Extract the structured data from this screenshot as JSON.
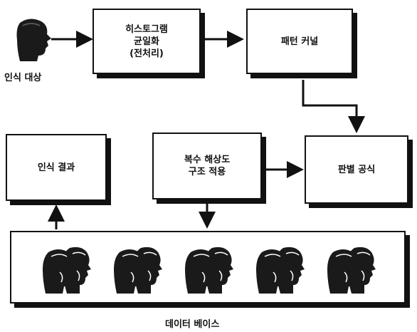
{
  "nodes": {
    "subject": {
      "label": "인식 대상"
    },
    "histogram": {
      "label": "히스토그램\n균일화\n(전처리)"
    },
    "kernel": {
      "label": "패턴 커널"
    },
    "result": {
      "label": "인식 결과"
    },
    "multires": {
      "label": "복수 해상도\n구조 적용"
    },
    "formula": {
      "label": "판별 공식"
    },
    "database": {
      "label": "데이터 베이스"
    }
  },
  "database_faces": 5,
  "colors": {
    "line": "#111111",
    "background": "#ffffff",
    "face": "#1a1a1a"
  }
}
